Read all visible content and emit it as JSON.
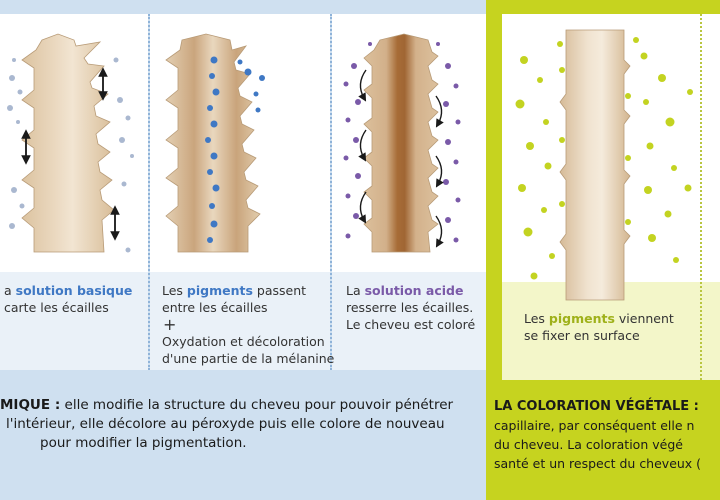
{
  "chemical": {
    "panel1": {
      "line1_pre": "a ",
      "line1_hl": "solution basique",
      "line2": "carte les écailles"
    },
    "panel2": {
      "line1_pre": "Les ",
      "line1_hl": "pigments",
      "line1_post": " passent",
      "line2": "entre les écailles",
      "plus": "+",
      "line3": "Oxydation et décoloration",
      "line4": "d'une partie de la mélanine"
    },
    "panel3": {
      "line1_pre": "La ",
      "line1_hl": "solution acide",
      "line2": "resserre les écailles.",
      "line3": "Le cheveu est coloré"
    },
    "description": {
      "title": "MIQUE :",
      "line1_rest": " elle modifie la structure du cheveu pour pouvoir pénétrer",
      "line2": "l'intérieur, elle décolore au péroxyde puis elle colore de nouveau",
      "line3": "pour modifier la pigmentation."
    }
  },
  "vegetal": {
    "caption": {
      "line1_pre": "Les ",
      "line1_hl": "pigments",
      "line1_post": " viennent",
      "line2": "se fixer en surface"
    },
    "description": {
      "title": "LA COLORATION VÉGÉTALE :",
      "line1": "capillaire, par conséquent elle n",
      "line2": "du cheveu. La coloration végé",
      "line3": "santé et un respect du cheveux ("
    }
  },
  "colors": {
    "chem_bg": "#cfe0f0",
    "veg_bg": "#c6d31f",
    "hair_light": "#e8d6bc",
    "hair_mid": "#cfb28e",
    "hair_dark": "#a5703d",
    "pigment_blue": "#3f78c4",
    "pigment_purple": "#7a5aa8",
    "pigment_green": "#c3d321"
  }
}
